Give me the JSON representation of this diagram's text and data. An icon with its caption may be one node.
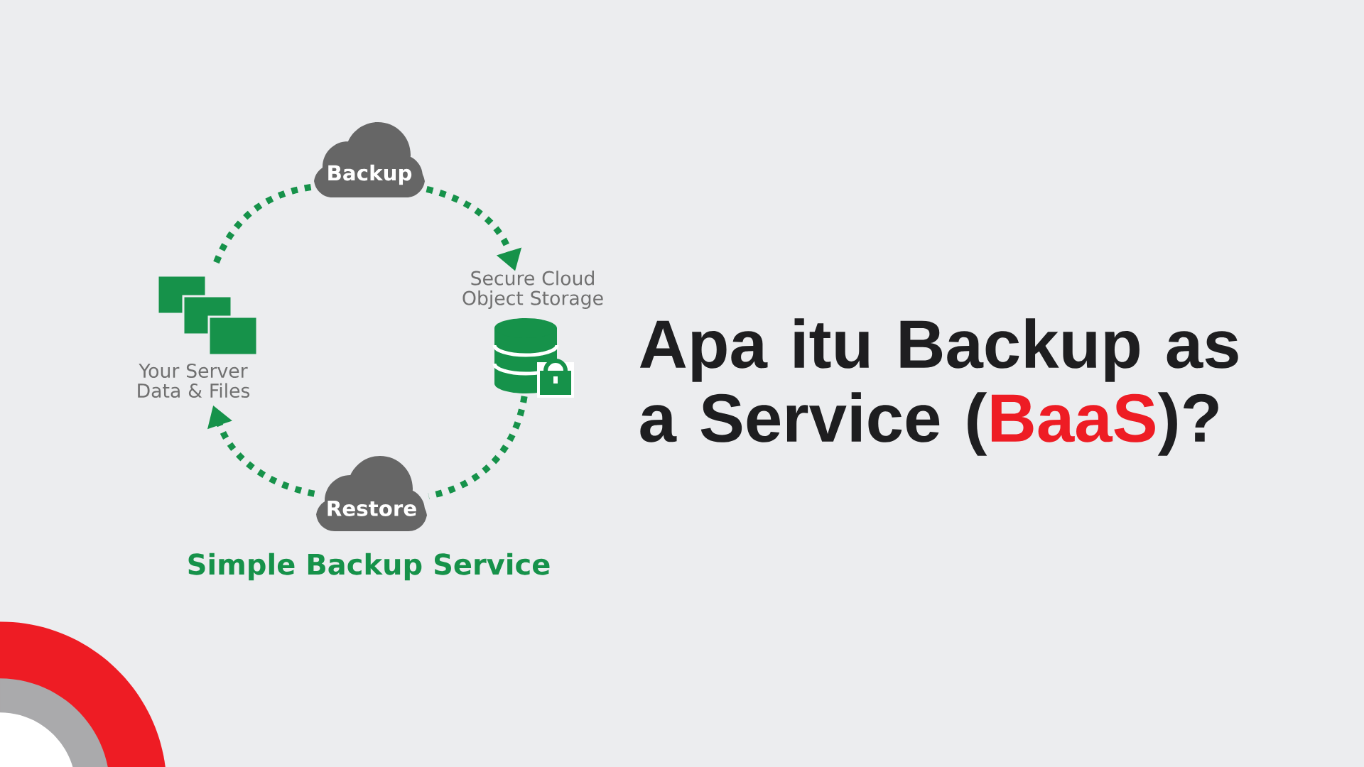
{
  "diagram": {
    "title": "Apa itu Backup as a Service (**BaaS**)?",
    "caption": "Simple Backup Service",
    "nodes": [
      {
        "text": [
          "Backup"
        ]
      },
      {
        "text": [
          "Secure Cloud Object Storage"
        ]
      },
      {
        "text": [
          "Restore"
        ]
      },
      {
        "text": [
          "Your Server Data & Files"
        ]
      }
    ],
    "edges": [
      {
        "from": 0,
        "to": 1,
        "arrow": "to",
        "style": "dashed",
        "color": "#16924a"
      },
      {
        "from": 1,
        "to": 2,
        "arrow": "none",
        "style": "dashed",
        "color": "#16924a"
      },
      {
        "from": 2,
        "to": 3,
        "arrow": "to",
        "style": "dashed",
        "color": "#16924a"
      },
      {
        "from": 3,
        "to": 0,
        "arrow": "none",
        "style": "dashed",
        "color": "#16924a"
      }
    ]
  }
}
